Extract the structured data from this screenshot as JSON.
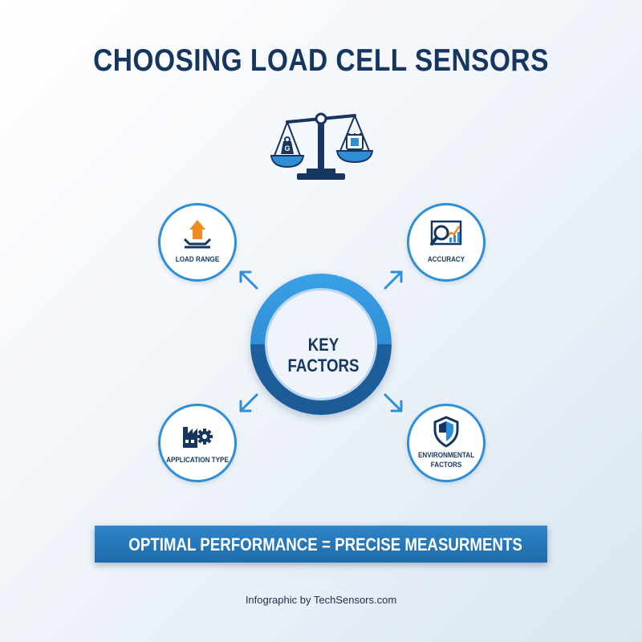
{
  "title": "CHOOSING LOAD CELL SENSORS",
  "hub": {
    "label": "KEY FACTORS"
  },
  "factors": {
    "load_range": {
      "label": "LOAD RANGE",
      "icon": "load-arrow-icon"
    },
    "accuracy": {
      "label": "ACCURACY",
      "icon": "magnifier-chart-icon"
    },
    "application_type": {
      "label": "APPLICATION TYPE",
      "icon": "factory-gear-icon"
    },
    "environmental": {
      "label_line1": "ENVIRONMENTAL",
      "label_line2": "FACTORS",
      "icon": "shield-icon"
    }
  },
  "scale": {
    "weight_letter": "G",
    "icon": "balance-scale-icon"
  },
  "banner": {
    "label": "OPTIMAL PERFORMANCE = PRECISE MEASURMENTS"
  },
  "credit": "Infographic by TechSensors.com",
  "colors": {
    "navy": "#16365f",
    "blue": "#2f8fd6",
    "dark_blue": "#1d5f9e",
    "orange": "#f28a22"
  }
}
